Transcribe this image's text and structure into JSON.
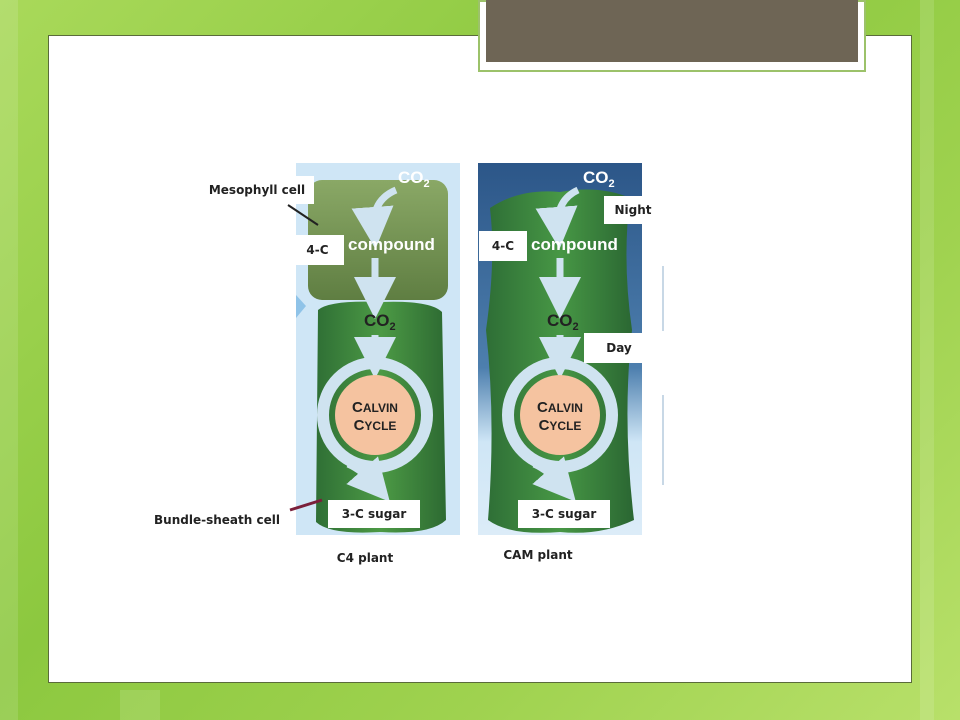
{
  "diagram": {
    "c4": {
      "co2_top": "CO",
      "co2_top_sub": "2",
      "compound": "compound",
      "co2_mid": "CO",
      "co2_mid_sub": "2",
      "calvin_c": "C",
      "calvin_rest": "ALVIN",
      "cycle_c": "C",
      "cycle_rest": "YCLE",
      "mesophyll_label": "Mesophyll cell",
      "four_c_label": "4-C",
      "sugar_label": "3-C sugar",
      "bundle_label": "Bundle-sheath cell",
      "plant_label": "C4 plant"
    },
    "cam": {
      "co2_top": "CO",
      "co2_top_sub": "2",
      "compound": "compound",
      "co2_mid": "CO",
      "co2_mid_sub": "2",
      "calvin_c": "C",
      "calvin_rest": "ALVIN",
      "cycle_c": "C",
      "cycle_rest": "YCLE",
      "night_label": "Night",
      "four_c_label": "4-C",
      "day_label": "Day",
      "sugar_label": "3-C sugar",
      "plant_label": "CAM plant"
    }
  },
  "colors": {
    "background_green": "#8cc83f",
    "title_fill": "#6e6555",
    "panel_blue": "#cfe6f6",
    "night_blue": "#2f5e8c",
    "cell_green": "#3f8a3f",
    "mesophyll_green": "#7e9c55",
    "arrow_blue": "#cfe3f0",
    "calvin_fill": "#f5c3a0",
    "leader_maroon": "#7a1f3a"
  }
}
